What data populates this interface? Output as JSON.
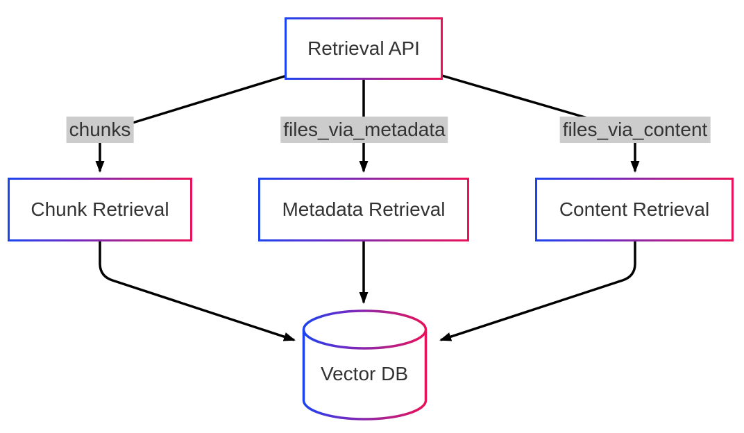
{
  "diagram": {
    "type": "flowchart",
    "direction": "top-down",
    "colors": {
      "background": "#ffffff",
      "node_fill": "#ffffff",
      "node_border_gradient_start": "#1c43ef",
      "node_border_gradient_mid": "#8a25ab",
      "node_border_gradient_end": "#e8115a",
      "edge": "#000000",
      "edge_label_background": "#cccccc",
      "text": "#333333"
    },
    "nodes": {
      "retrieval_api": {
        "label": "Retrieval API",
        "shape": "rectangle"
      },
      "chunk_retrieval": {
        "label": "Chunk Retrieval",
        "shape": "rectangle"
      },
      "metadata_retrieval": {
        "label": "Metadata Retrieval",
        "shape": "rectangle"
      },
      "content_retrieval": {
        "label": "Content Retrieval",
        "shape": "rectangle"
      },
      "vector_db": {
        "label": "Vector DB",
        "shape": "cylinder"
      }
    },
    "edge_labels": {
      "chunks": "chunks",
      "files_via_metadata": "files_via_metadata",
      "files_via_content": "files_via_content"
    },
    "edges": [
      {
        "from": "Retrieval API",
        "to": "Chunk Retrieval",
        "label": "chunks"
      },
      {
        "from": "Retrieval API",
        "to": "Metadata Retrieval",
        "label": "files_via_metadata"
      },
      {
        "from": "Retrieval API",
        "to": "Content Retrieval",
        "label": "files_via_content"
      },
      {
        "from": "Chunk Retrieval",
        "to": "Vector DB",
        "label": ""
      },
      {
        "from": "Metadata Retrieval",
        "to": "Vector DB",
        "label": ""
      },
      {
        "from": "Content Retrieval",
        "to": "Vector DB",
        "label": ""
      }
    ]
  }
}
